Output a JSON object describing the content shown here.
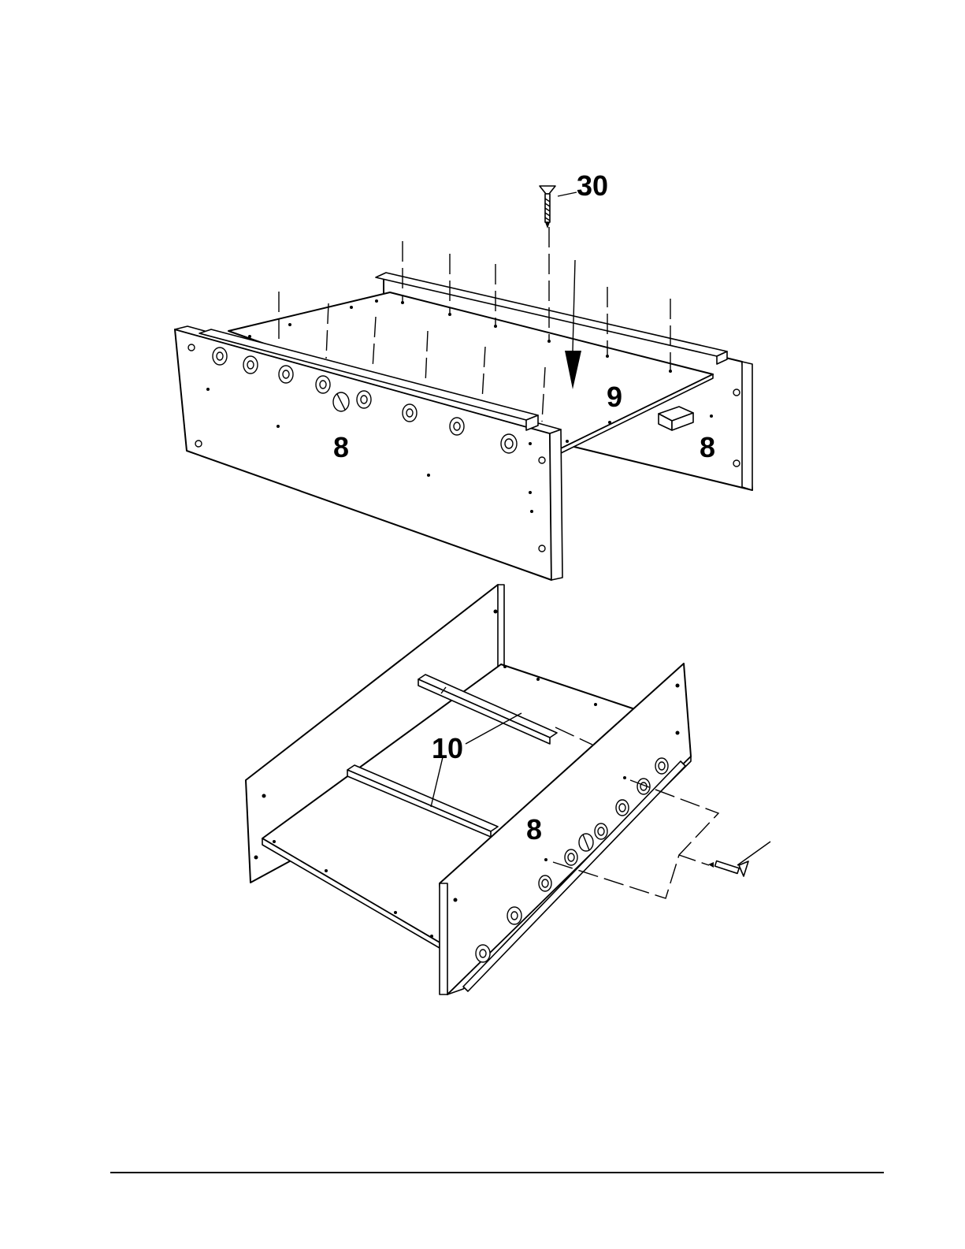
{
  "labels": {
    "screw_top": "30",
    "side_panel_left_top": "8",
    "side_panel_right_top": "8",
    "bottom_panel": "9",
    "cross_bar": "10",
    "side_panel_bottom": "8"
  },
  "colors": {
    "ink": "#000000",
    "paper": "#ffffff"
  },
  "icons": [
    "screw-icon",
    "down-arrow-icon"
  ]
}
